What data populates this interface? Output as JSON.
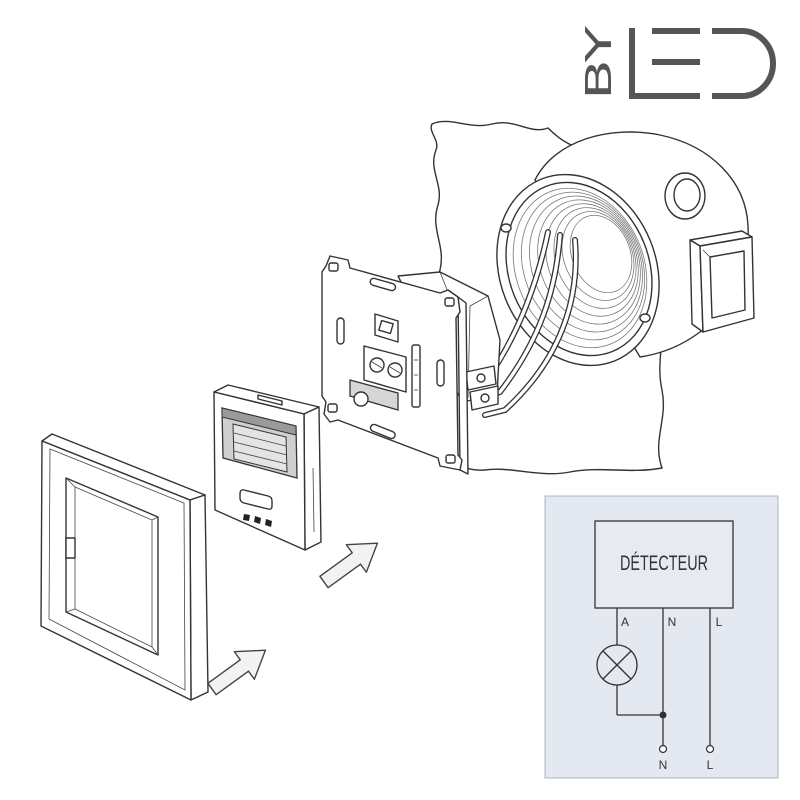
{
  "logo": {
    "by": "BY",
    "led": "LED"
  },
  "schematic": {
    "detector": "DÉTECTEUR",
    "top_labels": {
      "a": "A",
      "n": "N",
      "l": "L"
    },
    "bottom_labels": {
      "n": "N",
      "l": "L"
    }
  },
  "colors": {
    "panel_bg": "#e4e8f1",
    "panel_border": "#aeb4c3",
    "detector_bg": "#e7eaf1",
    "logo": "#555555",
    "line": "#333333"
  }
}
